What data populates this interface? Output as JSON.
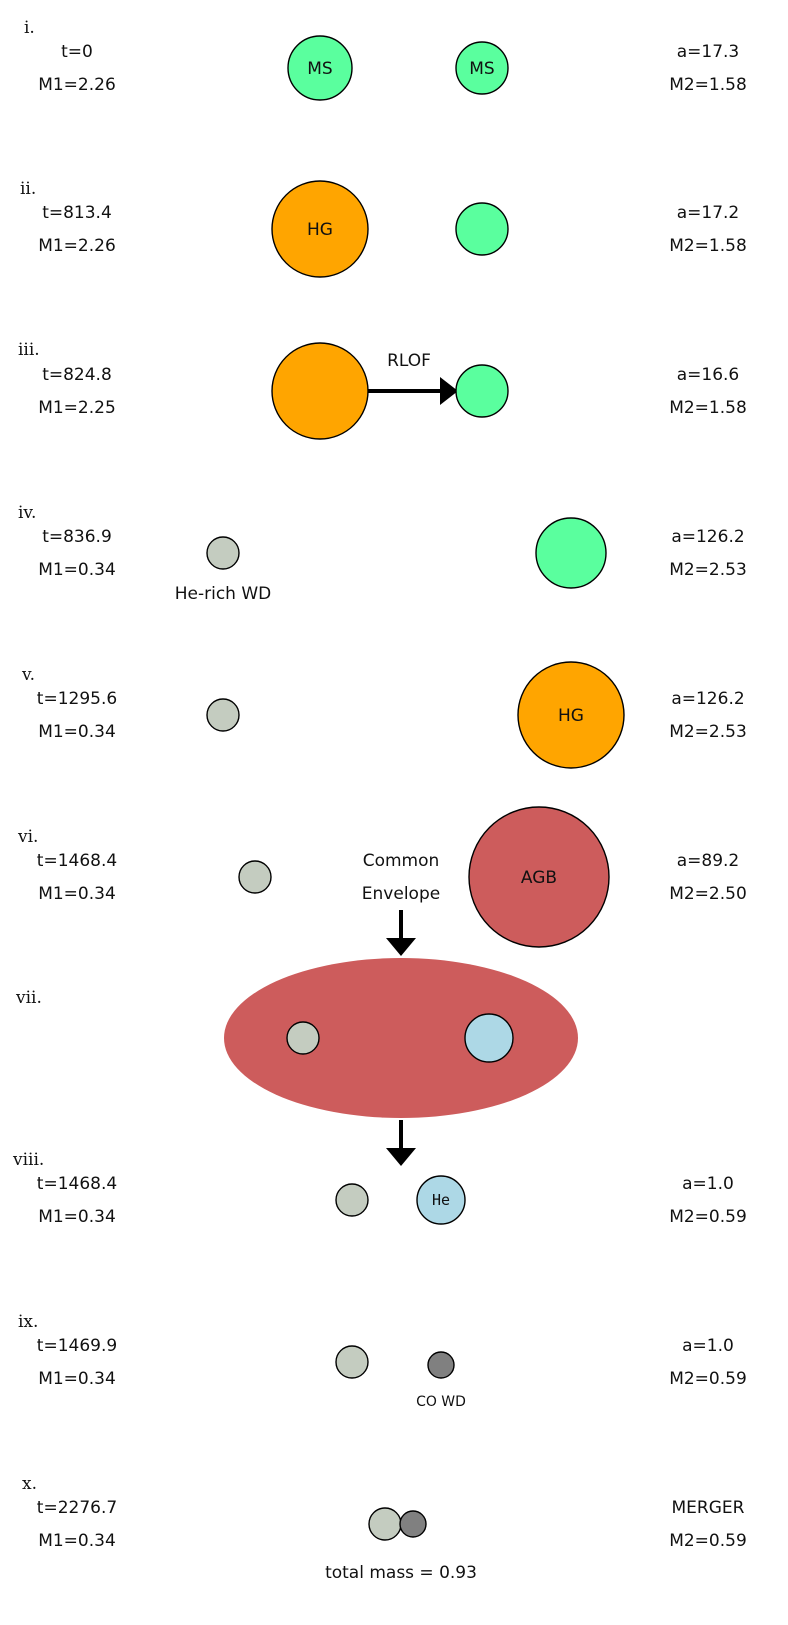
{
  "colors": {
    "main_sequence": "#5aff9e",
    "hertzsprung_gap": "#ffa500",
    "agb": "#cd5c5c",
    "white_dwarf": "#c4ccc0",
    "helium_star": "#add8e6",
    "co_white_dwarf": "#808080",
    "arrow": "#000000"
  },
  "stages": [
    {
      "roman": "i.",
      "t": "t=0",
      "m1": "M1=2.26",
      "a": "a=17.3",
      "m2": "M2=1.58",
      "star1_label": "MS",
      "star2_label": "MS"
    },
    {
      "roman": "ii.",
      "t": "t=813.4",
      "m1": "M1=2.26",
      "a": "a=17.2",
      "m2": "M2=1.58",
      "star1_label": "HG"
    },
    {
      "roman": "iii.",
      "t": "t=824.8",
      "m1": "M1=2.25",
      "a": "a=16.6",
      "m2": "M2=1.58",
      "event": "RLOF"
    },
    {
      "roman": "iv.",
      "t": "t=836.9",
      "m1": "M1=0.34",
      "a": "a=126.2",
      "m2": "M2=2.53",
      "star1_caption": "He-rich WD"
    },
    {
      "roman": "v.",
      "t": "t=1295.6",
      "m1": "M1=0.34",
      "a": "a=126.2",
      "m2": "M2=2.53",
      "star2_label": "HG"
    },
    {
      "roman": "vi.",
      "t": "t=1468.4",
      "m1": "M1=0.34",
      "a": "a=89.2",
      "m2": "M2=2.50",
      "event_line1": "Common",
      "event_line2": "Envelope",
      "star2_label": "AGB"
    },
    {
      "roman": "vii."
    },
    {
      "roman": "viii.",
      "t": "t=1468.4",
      "m1": "M1=0.34",
      "a": "a=1.0",
      "m2": "M2=0.59",
      "star2_label": "He"
    },
    {
      "roman": "ix.",
      "t": "t=1469.9",
      "m1": "M1=0.34",
      "a": "a=1.0",
      "m2": "M2=0.59",
      "star2_caption": "CO WD"
    },
    {
      "roman": "x.",
      "t": "t=2276.7",
      "m1": "M1=0.34",
      "a": "MERGER",
      "m2": "M2=0.59",
      "caption": "total mass = 0.93"
    }
  ]
}
